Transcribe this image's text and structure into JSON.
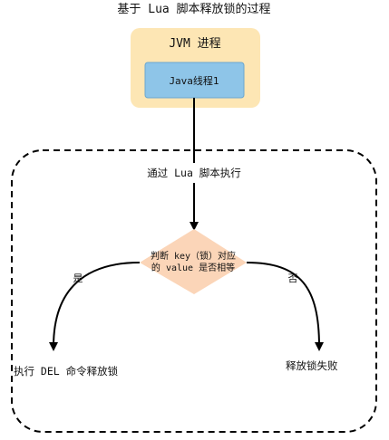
{
  "title": "基于 Lua 脚本释放锁的过程",
  "jvm_label": "JVM 进程",
  "thread_label": "Java线程1",
  "edge_label": "通过 Lua 脚本执行",
  "decision": {
    "line1": "判断 key（锁）对应",
    "line2": "的 value 是否相等"
  },
  "branch_yes": "是",
  "branch_no": "否",
  "outcome_yes": "执行 DEL 命令释放锁",
  "outcome_no": "释放锁失败",
  "colors": {
    "jvm_fill": "#fde6b4",
    "thread_fill": "#8ec5e8",
    "thread_stroke": "#6aa6cf",
    "decision_fill": "#fbd5b8",
    "line": "#000000"
  }
}
